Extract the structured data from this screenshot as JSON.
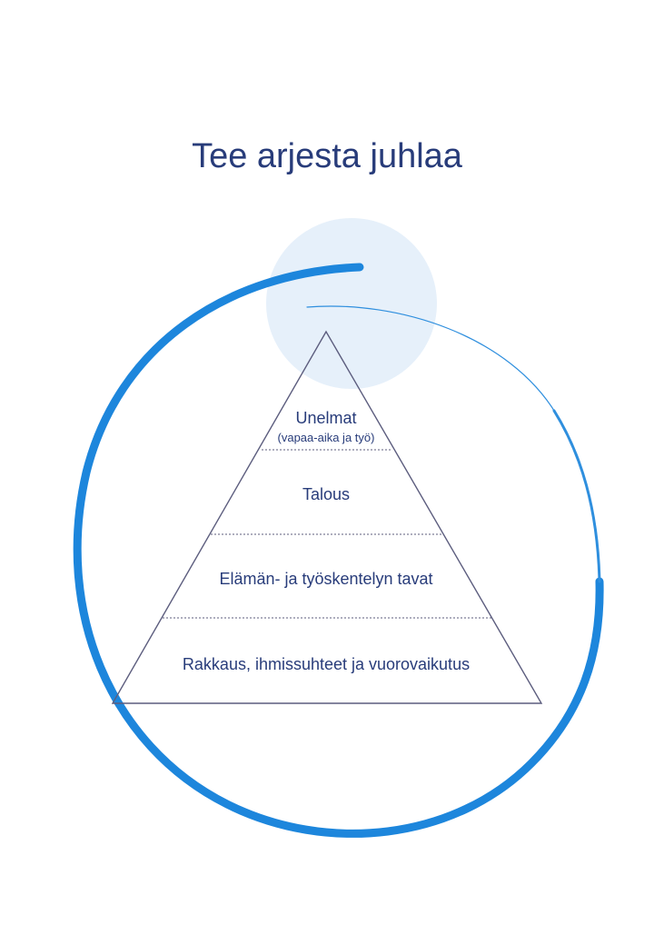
{
  "title": "Tee arjesta juhlaa",
  "colors": {
    "title": "#283c7a",
    "text": "#283c7a",
    "arc": "#1d86dc",
    "bubble": "#e6f0fa",
    "pyramid_outline": "#5c5d7e",
    "divider": "#5c5d7e"
  },
  "pyramid": {
    "levels": [
      {
        "label": "Unelmat",
        "sublabel": "(vapaa-aika ja työ)"
      },
      {
        "label": "Talous"
      },
      {
        "label": "Elämän- ja työskentelyn tavat"
      },
      {
        "label": "Rakkaus, ihmissuhteet ja vuorovaikutus"
      }
    ]
  }
}
